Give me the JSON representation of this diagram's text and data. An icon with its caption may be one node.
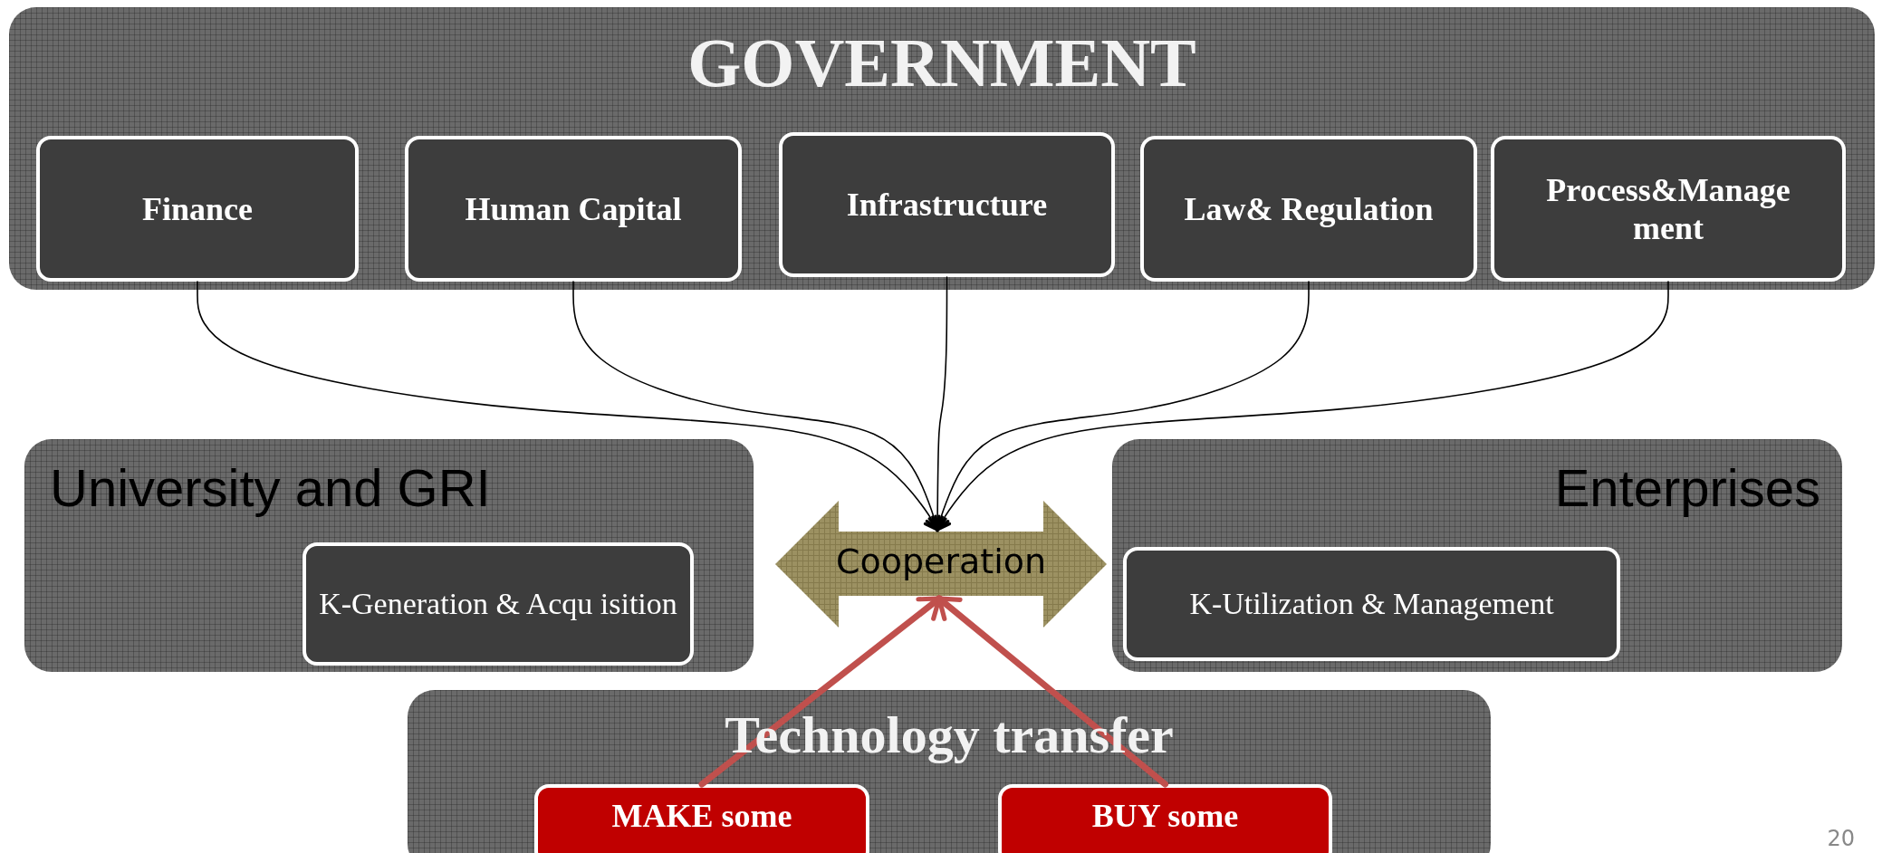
{
  "diagram": {
    "nodes": [
      {
        "text": [
          "GOVERNMENT"
        ]
      },
      {
        "text": [
          "Finance"
        ],
        "in": 0
      },
      {
        "text": [
          "Human Capital"
        ],
        "in": 0
      },
      {
        "text": [
          "Infrastructure"
        ],
        "in": 0
      },
      {
        "text": [
          "Law& Regulation"
        ],
        "in": 0
      },
      {
        "text": [
          "Process&Manage ment"
        ],
        "in": 0
      },
      {
        "text": [
          "University and GRI"
        ]
      },
      {
        "text": [
          "K-Generation & Acqu isition"
        ],
        "in": 6
      },
      {
        "text": [
          "Cooperation"
        ]
      },
      {
        "text": [
          "Enterprises"
        ]
      },
      {
        "text": [
          "K-Utilization & Management"
        ],
        "in": 9
      },
      {
        "text": [
          "Technology transfer"
        ]
      },
      {
        "text": [
          "MAKE some"
        ],
        "in": 11
      },
      {
        "text": [
          "BUY some"
        ],
        "in": 11
      }
    ],
    "edges": [
      {
        "from": 1,
        "to": 8,
        "arrow": "to"
      },
      {
        "from": 2,
        "to": 8,
        "arrow": "to"
      },
      {
        "from": 3,
        "to": 8,
        "arrow": "to"
      },
      {
        "from": 4,
        "to": 8,
        "arrow": "to"
      },
      {
        "from": 5,
        "to": 8,
        "arrow": "to"
      },
      {
        "from": 12,
        "to": 8,
        "arrow": "to",
        "style": "thick",
        "color": "#c0504d"
      },
      {
        "from": 13,
        "to": 8,
        "arrow": "to",
        "style": "thick",
        "color": "#c0504d"
      }
    ],
    "labels": [
      "20"
    ]
  }
}
